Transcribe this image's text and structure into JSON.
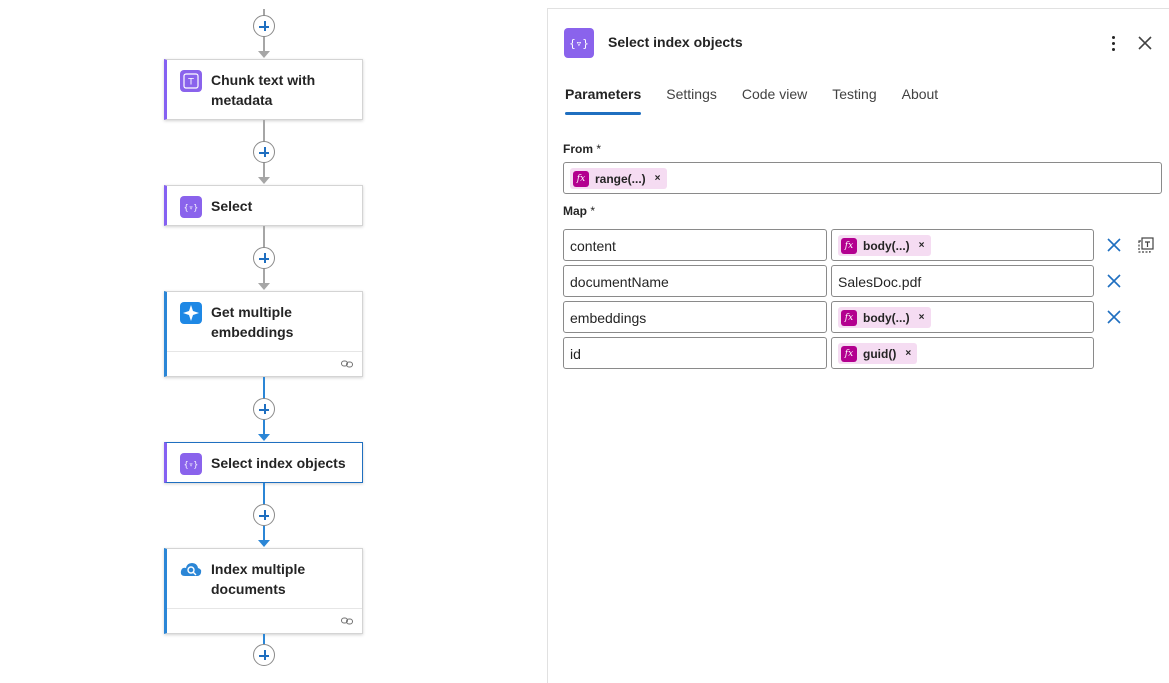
{
  "canvas": {
    "nodes": [
      {
        "title": "Chunk text with metadata",
        "icon": "chunk-text-icon"
      },
      {
        "title": "Select",
        "icon": "select-icon"
      },
      {
        "title": "Get multiple embeddings",
        "icon": "ai-sparkle-icon"
      },
      {
        "title": "Select index objects",
        "icon": "select-icon"
      },
      {
        "title": "Index multiple documents",
        "icon": "azure-search-icon"
      }
    ]
  },
  "panel": {
    "title": "Select index objects",
    "tabs": [
      "Parameters",
      "Settings",
      "Code view",
      "Testing",
      "About"
    ],
    "active_tab": "Parameters",
    "from": {
      "label": "From",
      "required_mark": "*",
      "token": "range(...)"
    },
    "map": {
      "label": "Map",
      "required_mark": "*",
      "rows": [
        {
          "key": "content",
          "value_token": "body(...)"
        },
        {
          "key": "documentName",
          "value_text": "SalesDoc.pdf"
        },
        {
          "key": "embeddings",
          "value_token": "body(...)"
        },
        {
          "key": "id",
          "value_token": "guid()"
        }
      ]
    }
  },
  "colors": {
    "accent": "#1f6fc0",
    "action_purple": "#8a63ec",
    "expression_token": "#f5dcf2",
    "fx_badge": "#b3008f"
  }
}
